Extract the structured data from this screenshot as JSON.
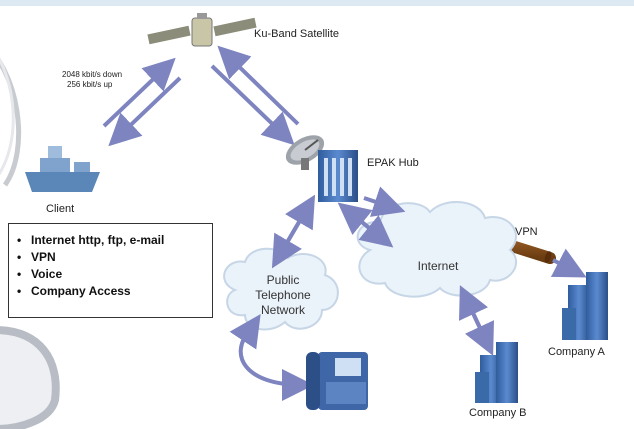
{
  "labels": {
    "satellite": "Ku-Band Satellite",
    "rate_down": "2048 kbit/s down",
    "rate_up": "256 kbit/s up",
    "client": "Client",
    "hub": "EPAK Hub",
    "vpn": "VPN",
    "internet": "Internet",
    "pstn_line1": "Public",
    "pstn_line2": "Telephone",
    "pstn_line3": "Network",
    "company_a": "Company A",
    "company_b": "Company B"
  },
  "services": [
    "Internet http, ftp, e-mail",
    "VPN",
    "Voice",
    "Company Access"
  ],
  "colors": {
    "arrow": "#7d84c0",
    "cloud": "#eaf2fa",
    "building": "#4a78b8",
    "pipe": "#a8682a"
  }
}
